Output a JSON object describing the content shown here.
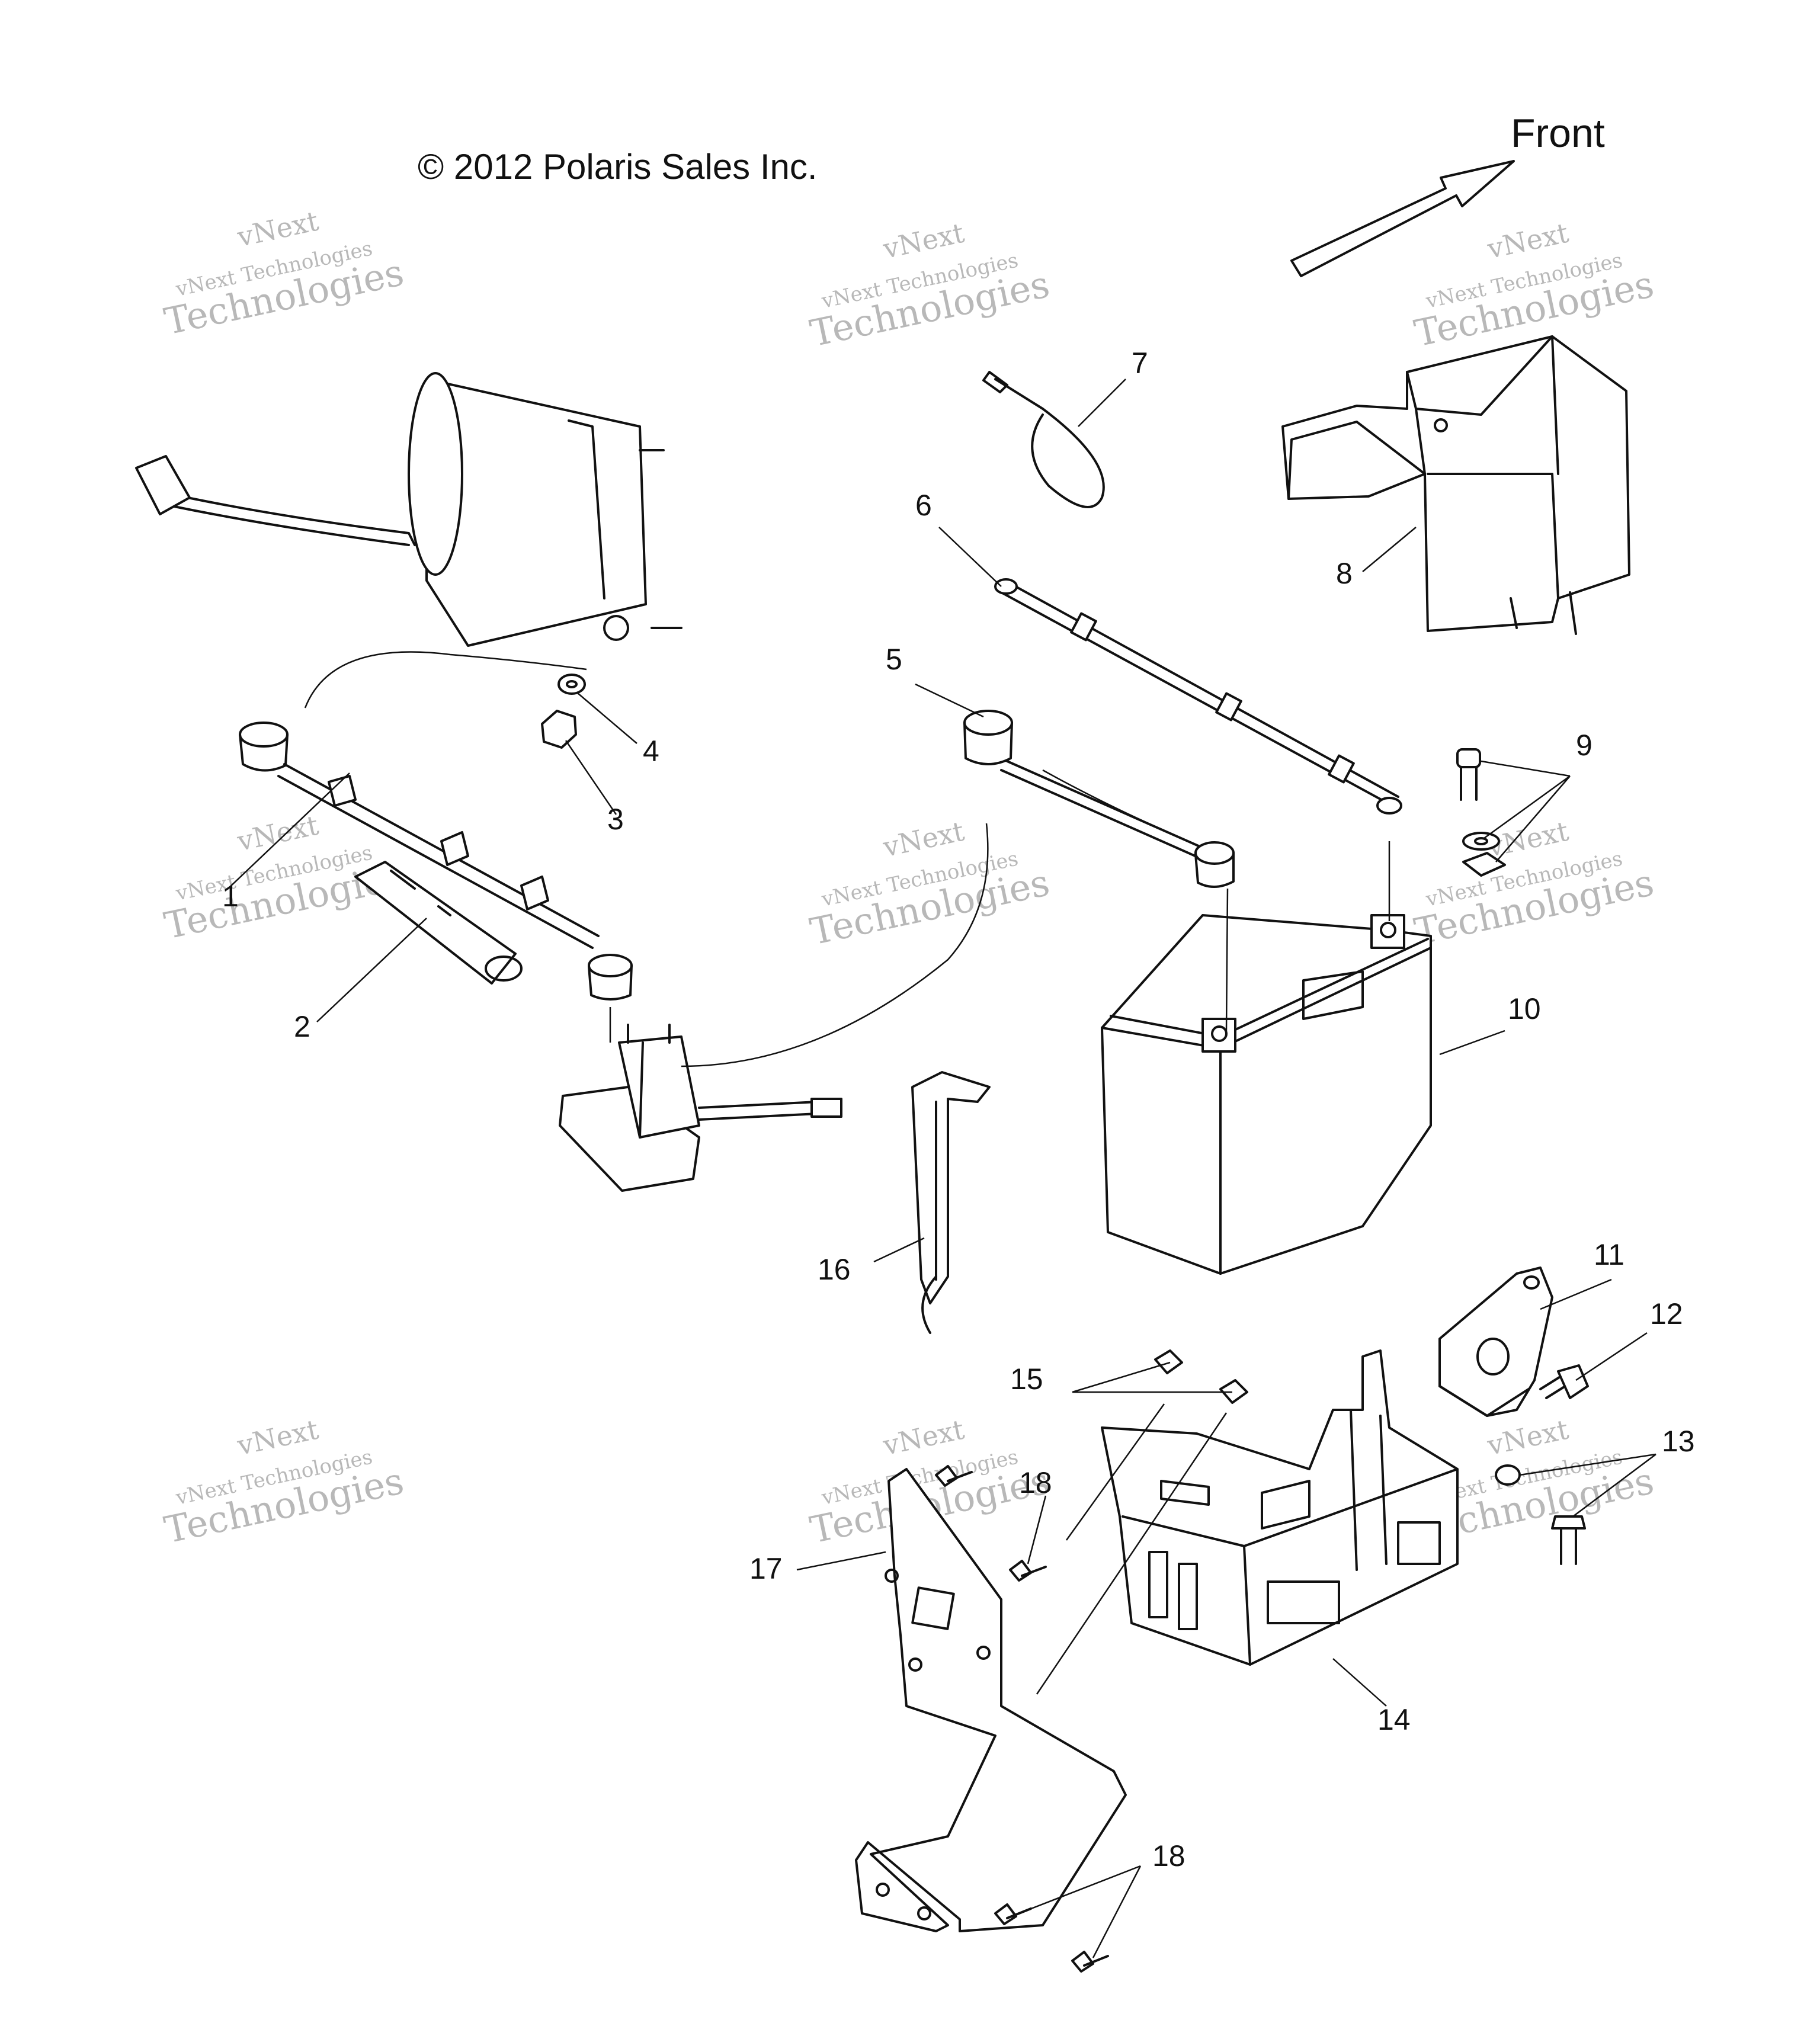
{
  "diagram": {
    "copyright": "© 2012 Polaris Sales Inc.",
    "direction_label": "Front",
    "watermark": {
      "line1": "vNext",
      "line2": "vNext Technologies",
      "line3": "Technologies"
    },
    "callouts": [
      "1",
      "2",
      "3",
      "4",
      "5",
      "6",
      "7",
      "8",
      "9",
      "10",
      "11",
      "12",
      "13",
      "14",
      "15",
      "16",
      "17",
      "18",
      "18"
    ]
  }
}
